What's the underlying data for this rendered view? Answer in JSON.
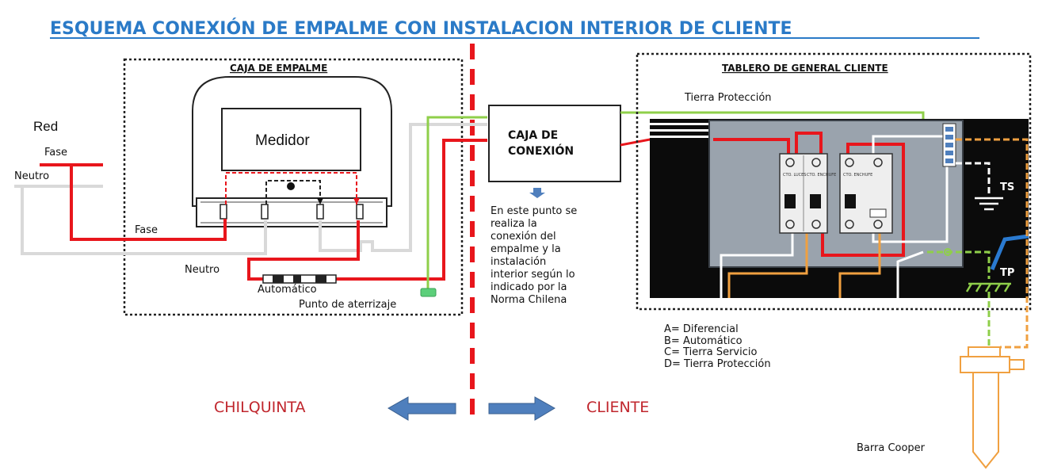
{
  "title": "ESQUEMA CONEXIÓN DE EMPALME  CON INSTALACION INTERIOR DE CLIENTE",
  "caja_empalme": {
    "title": "CAJA DE EMPALME",
    "meter": "Medidor",
    "label_fase": "Fase",
    "label_neutro": "Neutro",
    "label_automatico": "Automático",
    "label_punto_aterrizaje": "Punto de aterrizaje"
  },
  "red": {
    "label": "Red",
    "fase": "Fase",
    "neutro": "Neutro"
  },
  "caja_conexion": {
    "line1": "CAJA DE",
    "line2": "CONEXIÓN",
    "description": [
      "En este punto se",
      "realiza la",
      "conexión  del",
      "empalme y la",
      "instalación",
      "interior según lo",
      "indicado  por la",
      "Norma Chilena"
    ]
  },
  "tablero": {
    "title": "TABLERO DE GENERAL CLIENTE",
    "tierra_proteccion": "Tierra Protección",
    "ts": "TS",
    "tp": "TP",
    "breaker_labels": [
      "CTO. LUCES",
      "CTO. ENCHUFE",
      "CTO. ENCHUFE"
    ]
  },
  "legend": [
    "A= Diferencial",
    "B= Automático",
    "C= Tierra Servicio",
    "D= Tierra Protección"
  ],
  "barra_cooper": "Barra Cooper",
  "sides": {
    "left": "CHILQUINTA",
    "right": "CLIENTE"
  },
  "colors": {
    "title": "#2a7ac7",
    "fase_wire": "#e8161c",
    "neutro_wire": "#d9d9d9",
    "ground_wire": "#8fcf4a",
    "divider": "#e8161c",
    "arrow": "#4f7fbd",
    "side_text": "#c0262d",
    "cooper": "#f0a040"
  }
}
